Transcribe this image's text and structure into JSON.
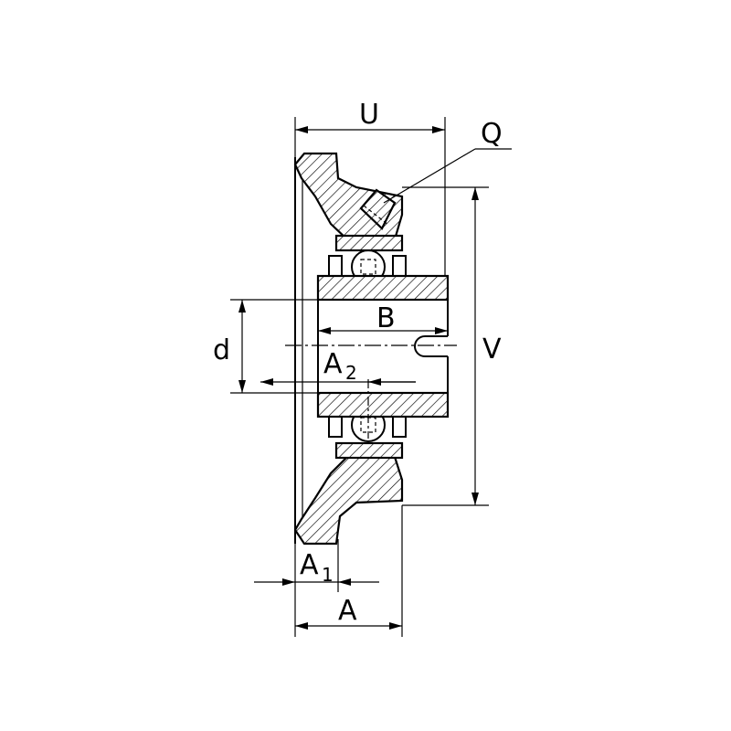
{
  "title": "Flanged bearing unit cross-section",
  "labels": {
    "U": "U",
    "Q": "Q",
    "V": "V",
    "B": "B",
    "d": "d",
    "A2_main": "A",
    "A2_sub": "2",
    "A1_main": "A",
    "A1_sub": "1",
    "A": "A"
  },
  "colors": {
    "line": "#000000",
    "background": "#ffffff"
  }
}
